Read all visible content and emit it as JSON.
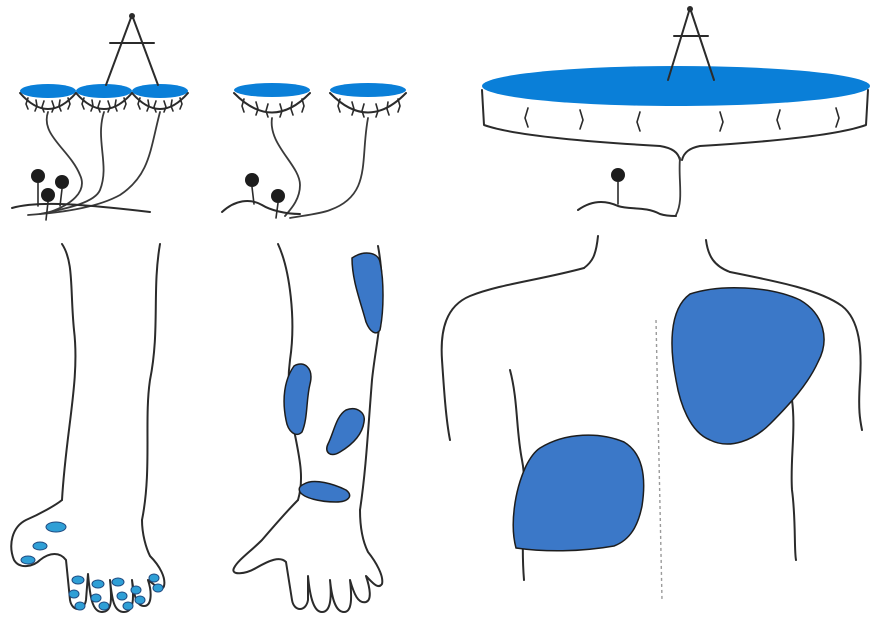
{
  "colors": {
    "receptive_field_fill": "#0a7fd8",
    "sensory_patch_fill": "#3b78c8",
    "fingertip_spot_fill": "#2f9fd6",
    "line": "#2b2b2b"
  },
  "icons": {
    "caliper": "two-point-discrimination-caliper-icon",
    "neuron_body": "sensory-neuron-soma"
  },
  "panels": [
    {
      "id": "small-fields",
      "receptive_fields": 3,
      "neurons": 3
    },
    {
      "id": "medium-fields",
      "receptive_fields": 2,
      "neurons": 2
    },
    {
      "id": "large-field",
      "receptive_fields": 1,
      "neurons": 1
    }
  ]
}
